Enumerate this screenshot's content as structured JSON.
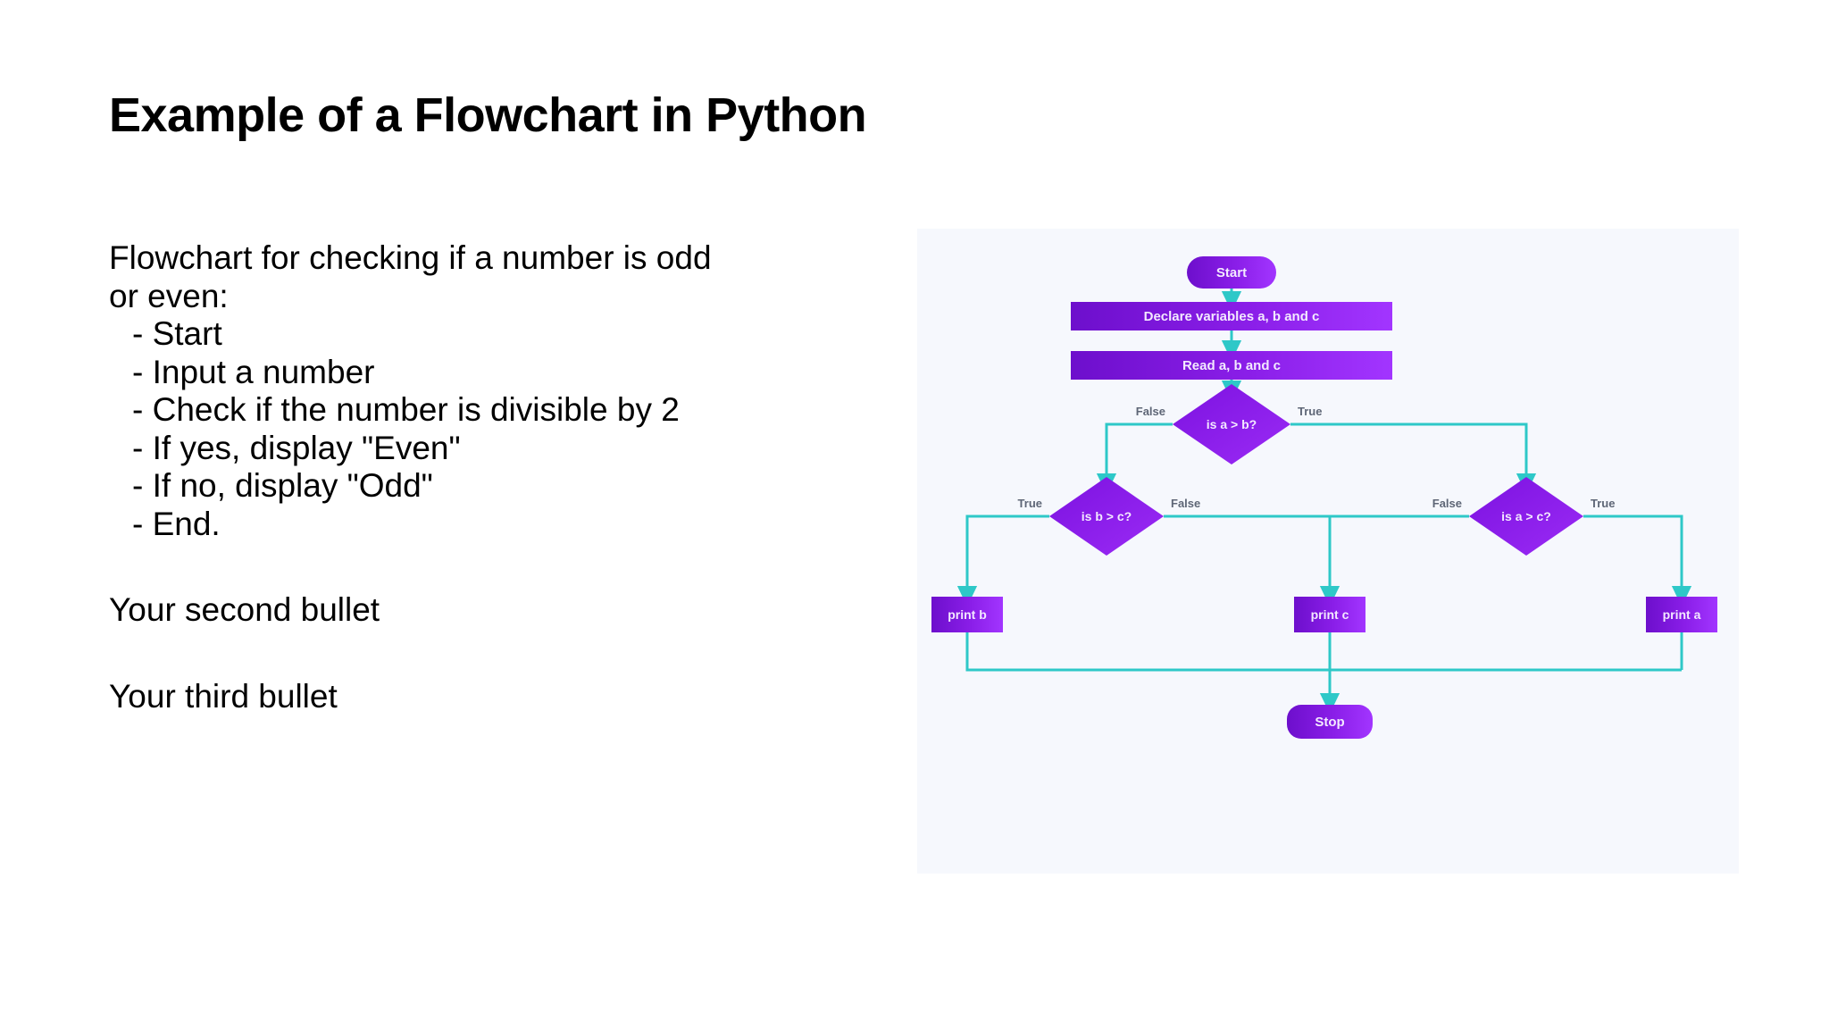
{
  "slide": {
    "title": "Example of a Flowchart in Python",
    "body": {
      "intro_line_1": "Flowchart for checking if a number is odd",
      "intro_line_2": "or even:",
      "steps": [
        "- Start",
        "- Input a number",
        "- Check if the number is divisible by 2",
        "- If yes, display \"Even\"",
        "- If no, display \"Odd\"",
        "- End."
      ],
      "second_bullet": "Your second bullet",
      "third_bullet": "Your third bullet"
    }
  },
  "flowchart": {
    "background_color": "#f6f8fd",
    "node_fill_start": "#7a14d6",
    "node_fill_end": "#9b2bf5",
    "connector_color": "#2ec8c8",
    "label_color": "#5e6676",
    "node_text_color": "#f3e9ff",
    "nodes": {
      "start": "Start",
      "declare": "Declare variables a, b and c",
      "read": "Read a, b and c",
      "decision_ab": "is a > b?",
      "decision_bc": "is b > c?",
      "decision_ac": "is a > c?",
      "print_b": "print b",
      "print_c": "print c",
      "print_a": "print a",
      "stop": "Stop"
    },
    "edge_labels": {
      "ab_false": "False",
      "ab_true": "True",
      "bc_true": "True",
      "bc_false": "False",
      "ac_false": "False",
      "ac_true": "True"
    }
  }
}
